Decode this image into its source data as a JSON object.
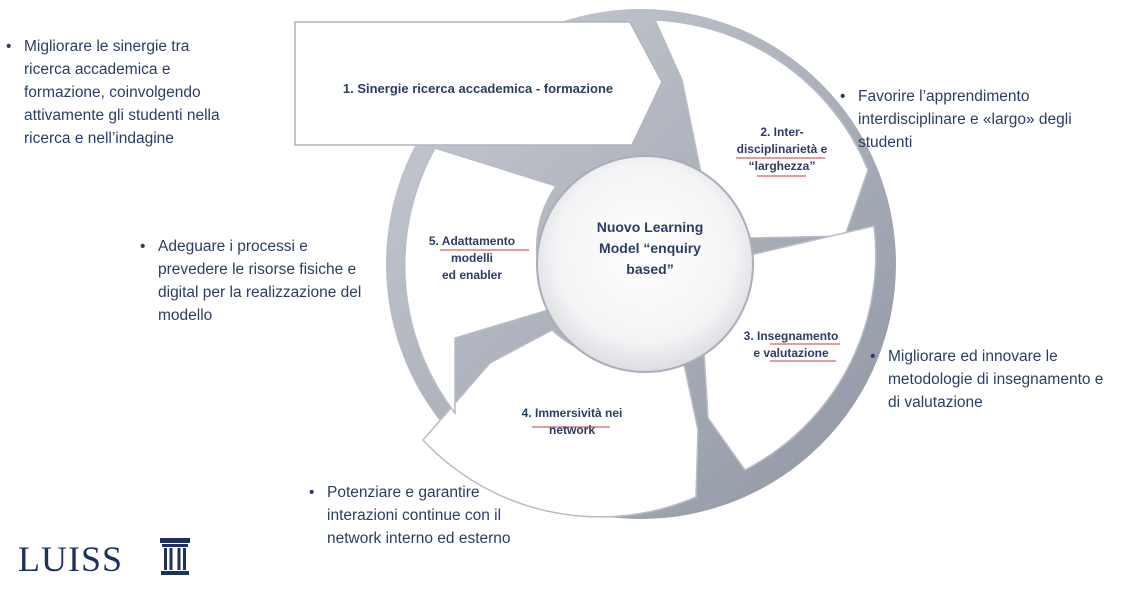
{
  "diagram": {
    "center": {
      "lines": [
        "Nuovo Learning",
        "Model “enquiry",
        "based”"
      ]
    },
    "segments": [
      {
        "id": "1",
        "lines": [
          "1. Sinergie ricerca accademica - formazione"
        ]
      },
      {
        "id": "2",
        "lines": [
          "2. Inter-",
          "disciplinarietà e",
          "“larghezza”"
        ]
      },
      {
        "id": "3",
        "lines": [
          "3. Insegnamento",
          "e valutazione"
        ]
      },
      {
        "id": "4",
        "lines": [
          "4. Immersività nei",
          "network"
        ]
      },
      {
        "id": "5",
        "lines": [
          "5. Adattamento",
          "modelli",
          "ed enabler"
        ]
      }
    ]
  },
  "descriptions": {
    "d1": {
      "lines": [
        "Migliorare le sinergie tra",
        "ricerca accademica e",
        "formazione, coinvolgendo",
        "attivamente gli studenti nella",
        "ricerca e nell’indagine"
      ]
    },
    "d2": {
      "lines": [
        "Favorire l’apprendimento",
        "interdisciplinare e «largo» degli",
        "studenti"
      ]
    },
    "d3": {
      "lines": [
        "Migliorare ed innovare le",
        "metodologie di insegnamento e",
        "di valutazione"
      ]
    },
    "d4": {
      "lines": [
        "Potenziare e garantire",
        "interazioni continue con il",
        "network interno ed esterno"
      ]
    },
    "d5": {
      "lines": [
        "Adeguare i processi e",
        "prevedere le risorse fisiche e",
        "digital per la realizzazione del",
        "modello"
      ]
    }
  },
  "logo": {
    "text": "LUISS",
    "icon": "columns-icon"
  },
  "colors": {
    "text": "#2b3d63",
    "band": "#9ea4b0",
    "accent_underline": "#c8383b"
  }
}
